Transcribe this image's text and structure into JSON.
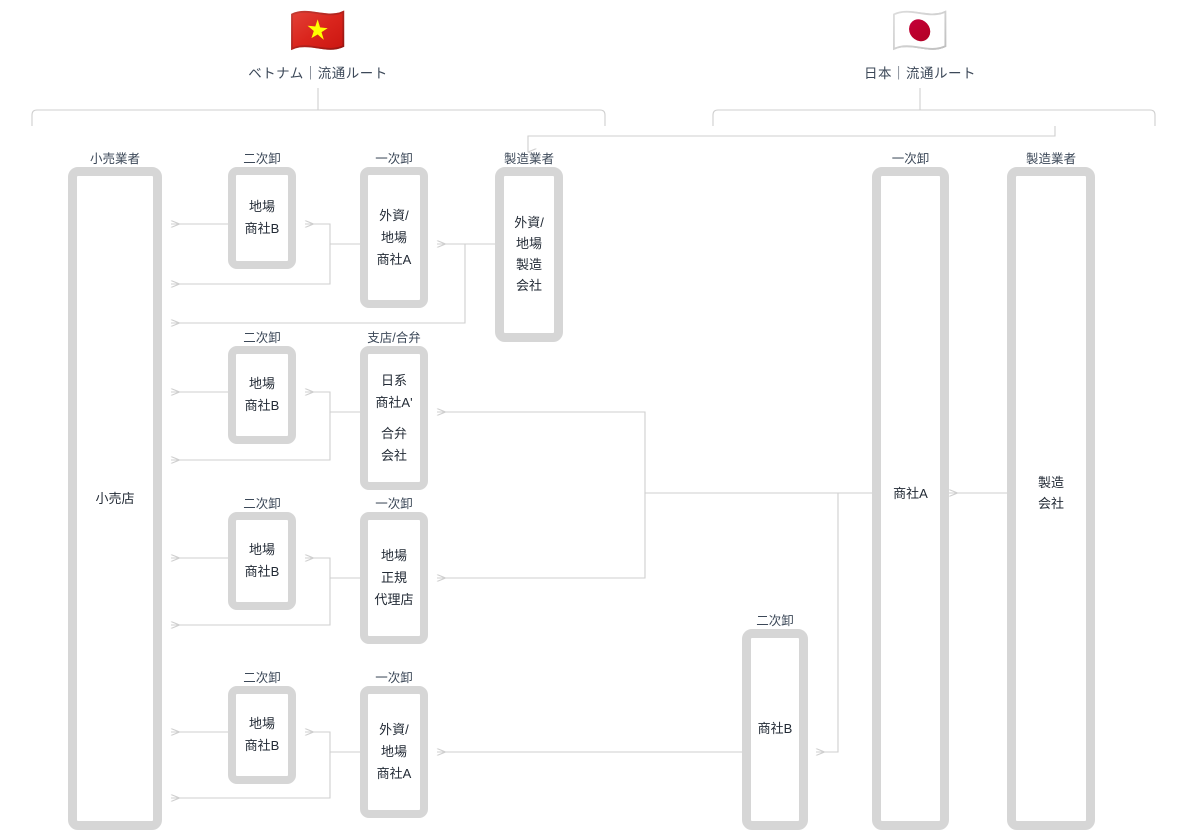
{
  "regions": [
    {
      "id": "vietnam",
      "flag": "🇻🇳",
      "flag_name": "vietnam-flag",
      "title": "ベトナム｜流通ルート"
    },
    {
      "id": "japan",
      "flag": "🇯🇵",
      "flag_name": "japan-flag",
      "title": "日本｜流通ルート"
    }
  ],
  "columns": {
    "vn_retailer": {
      "label": "小売業者",
      "text": "小売店"
    },
    "vn_manufacturer": {
      "label": "製造業者",
      "text": "外資/\n地場\n製造\n会社"
    },
    "jp_primary": {
      "label": "一次卸",
      "text": "商社A"
    },
    "jp_manufacturer": {
      "label": "製造業者",
      "text": "製造\n会社"
    },
    "jp_secondary": {
      "label": "二次卸",
      "text": "商社B"
    }
  },
  "rows": [
    {
      "id": "row1",
      "secondary": {
        "label": "二次卸",
        "text": "地場\n商社B"
      },
      "primary": {
        "label": "一次卸",
        "text": "外資/\n地場\n商社A"
      }
    },
    {
      "id": "row2",
      "secondary": {
        "label": "二次卸",
        "text": "地場\n商社B"
      },
      "primary": {
        "label": "支店/合弁",
        "text": "日系\n商社A'\n\n合弁\n会社"
      }
    },
    {
      "id": "row3",
      "secondary": {
        "label": "二次卸",
        "text": "地場\n商社B"
      },
      "primary": {
        "label": "一次卸",
        "text": "地場\n正規\n代理店"
      }
    },
    {
      "id": "row4",
      "secondary": {
        "label": "二次卸",
        "text": "地場\n商社B"
      },
      "primary": {
        "label": "一次卸",
        "text": "外資/\n地場\n商社A"
      }
    }
  ],
  "colors": {
    "box_border": "#d6d6d6",
    "line": "#cfcfcf",
    "text": "#222a35",
    "label_text": "#3c4858",
    "background": "#ffffff"
  }
}
